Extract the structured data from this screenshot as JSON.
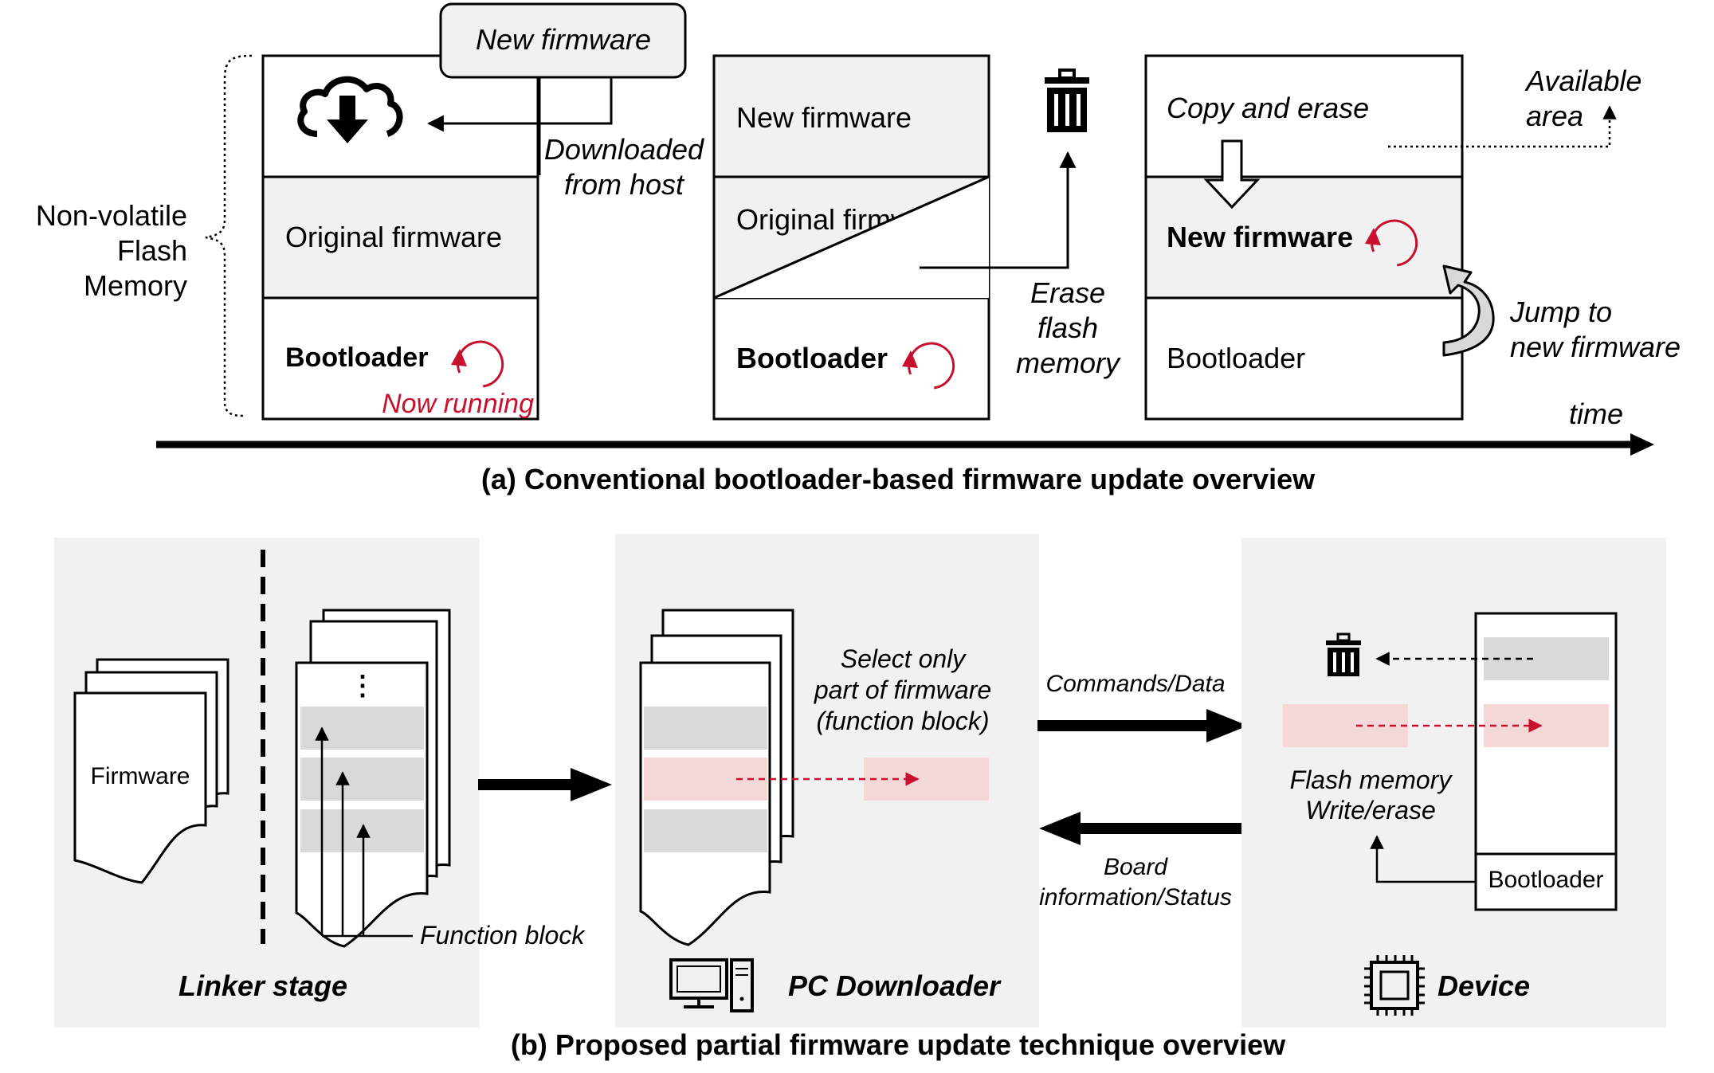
{
  "part_a": {
    "caption": "(a) Conventional  bootloader-based firmware update  overview",
    "memory_label": [
      "Non-volatile",
      "Flash",
      "Memory"
    ],
    "new_firmware_callout": "New firmware",
    "downloaded_label": [
      "Downloaded",
      "from host"
    ],
    "stage1": {
      "original": "Original firmware",
      "bootloader": "Bootloader",
      "now_running": "Now running"
    },
    "stage2": {
      "new_firmware": "New firmware",
      "original": "Original firmware",
      "bootloader": "Bootloader",
      "erase_label": [
        "Erase",
        "flash",
        "memory"
      ]
    },
    "stage3": {
      "copy_erase": "Copy and erase",
      "new_firmware": "New firmware",
      "bootloader": "Bootloader",
      "available_area": [
        "Available",
        "area"
      ],
      "jump_label": [
        "Jump to",
        "new firmware"
      ]
    },
    "time_label": "time"
  },
  "part_b": {
    "caption": "(b) Proposed partial  firmware update  technique overview",
    "linker": {
      "title": "Linker stage",
      "firmware_doc": "Firmware",
      "ellipsis": "⋮",
      "function_block": "Function block"
    },
    "downloader": {
      "title": "PC Downloader",
      "select_label": [
        "Select only",
        "part of firmware",
        "(function block)"
      ]
    },
    "commands_label": "Commands/Data",
    "board_label": [
      "Board",
      "information/Status"
    ],
    "device": {
      "title": "Device",
      "flash_label": [
        "Flash memory",
        "Write/erase"
      ],
      "bootloader": "Bootloader"
    }
  },
  "colors": {
    "running_red": "#c8102e",
    "panel_gray": "#f1f1f1",
    "block_gray": "#d9d9d9",
    "block_pink": "#f4d7d7"
  }
}
